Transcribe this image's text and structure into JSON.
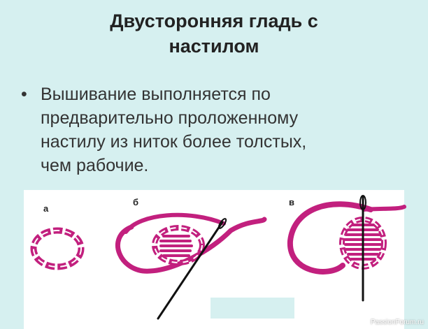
{
  "title_line1": "Двусторонняя гладь с",
  "title_line2": "настилом",
  "bullet": {
    "dot": "•",
    "lines": [
      "Вышивание выполняется по",
      "предварительно проложенному",
      "настилу из ниток более толстых,",
      "чем рабочие."
    ]
  },
  "figures": {
    "a": "а",
    "b": "б",
    "v": "в"
  },
  "watermark": "PassionForum.ru",
  "colors": {
    "background": "#d6f0f0",
    "thread": "#c2207e",
    "needle": "#111111"
  }
}
